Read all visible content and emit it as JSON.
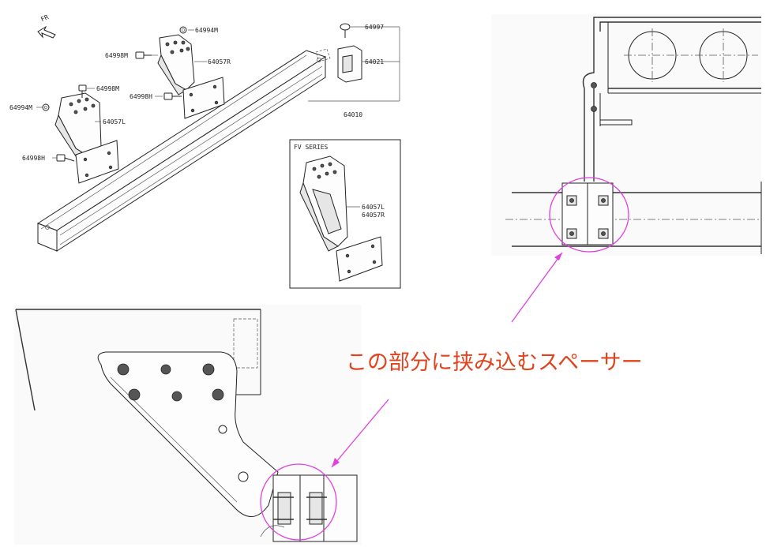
{
  "diagram": {
    "direction_label": "FR",
    "part_labels": {
      "bolt_64998m_upper": "64998M",
      "nut_64994m_upper": "64994M",
      "bracket_64057r": "64057R",
      "bolt_64998m_left": "64998M",
      "bolt_64998h_upper": "64998H",
      "nut_64994m_left": "64994M",
      "bracket_64057l": "64057L",
      "bolt_64998h_lower": "64998H",
      "bolt_64997": "64997",
      "spacer_64021": "64021",
      "bar_64010": "64010"
    },
    "fv_series": {
      "title": "FV SERIES",
      "label_l": "64057L",
      "label_r": "64057R"
    },
    "caption": "この部分に挟み込むスペーサー"
  }
}
